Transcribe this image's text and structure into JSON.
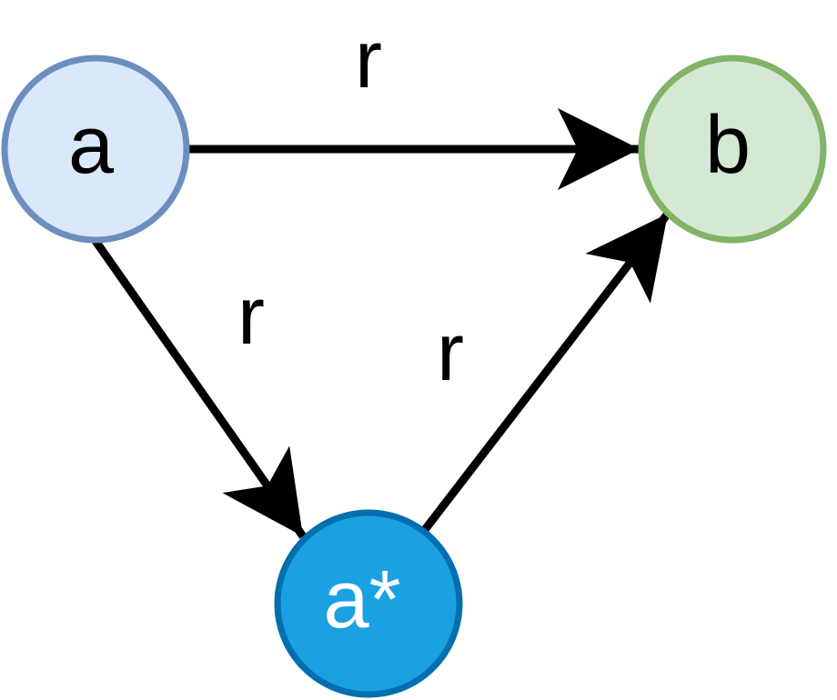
{
  "diagram": {
    "nodes": {
      "a": {
        "label": "a",
        "fill": "#dae8fc",
        "stroke": "#6c8ebf",
        "text_color": "#000000"
      },
      "b": {
        "label": "b",
        "fill": "#d5e8d4",
        "stroke": "#82b366",
        "text_color": "#000000"
      },
      "a_star": {
        "label": "a*",
        "fill": "#1ba1e2",
        "stroke": "#006eaf",
        "text_color": "#ffffff"
      }
    },
    "edges": {
      "a_to_b": {
        "from": "a",
        "to": "b",
        "label": "r"
      },
      "a_to_a_star": {
        "from": "a",
        "to": "a*",
        "label": "r"
      },
      "a_star_to_b": {
        "from": "a*",
        "to": "b",
        "label": "r"
      }
    },
    "edge_color": "#000000"
  }
}
